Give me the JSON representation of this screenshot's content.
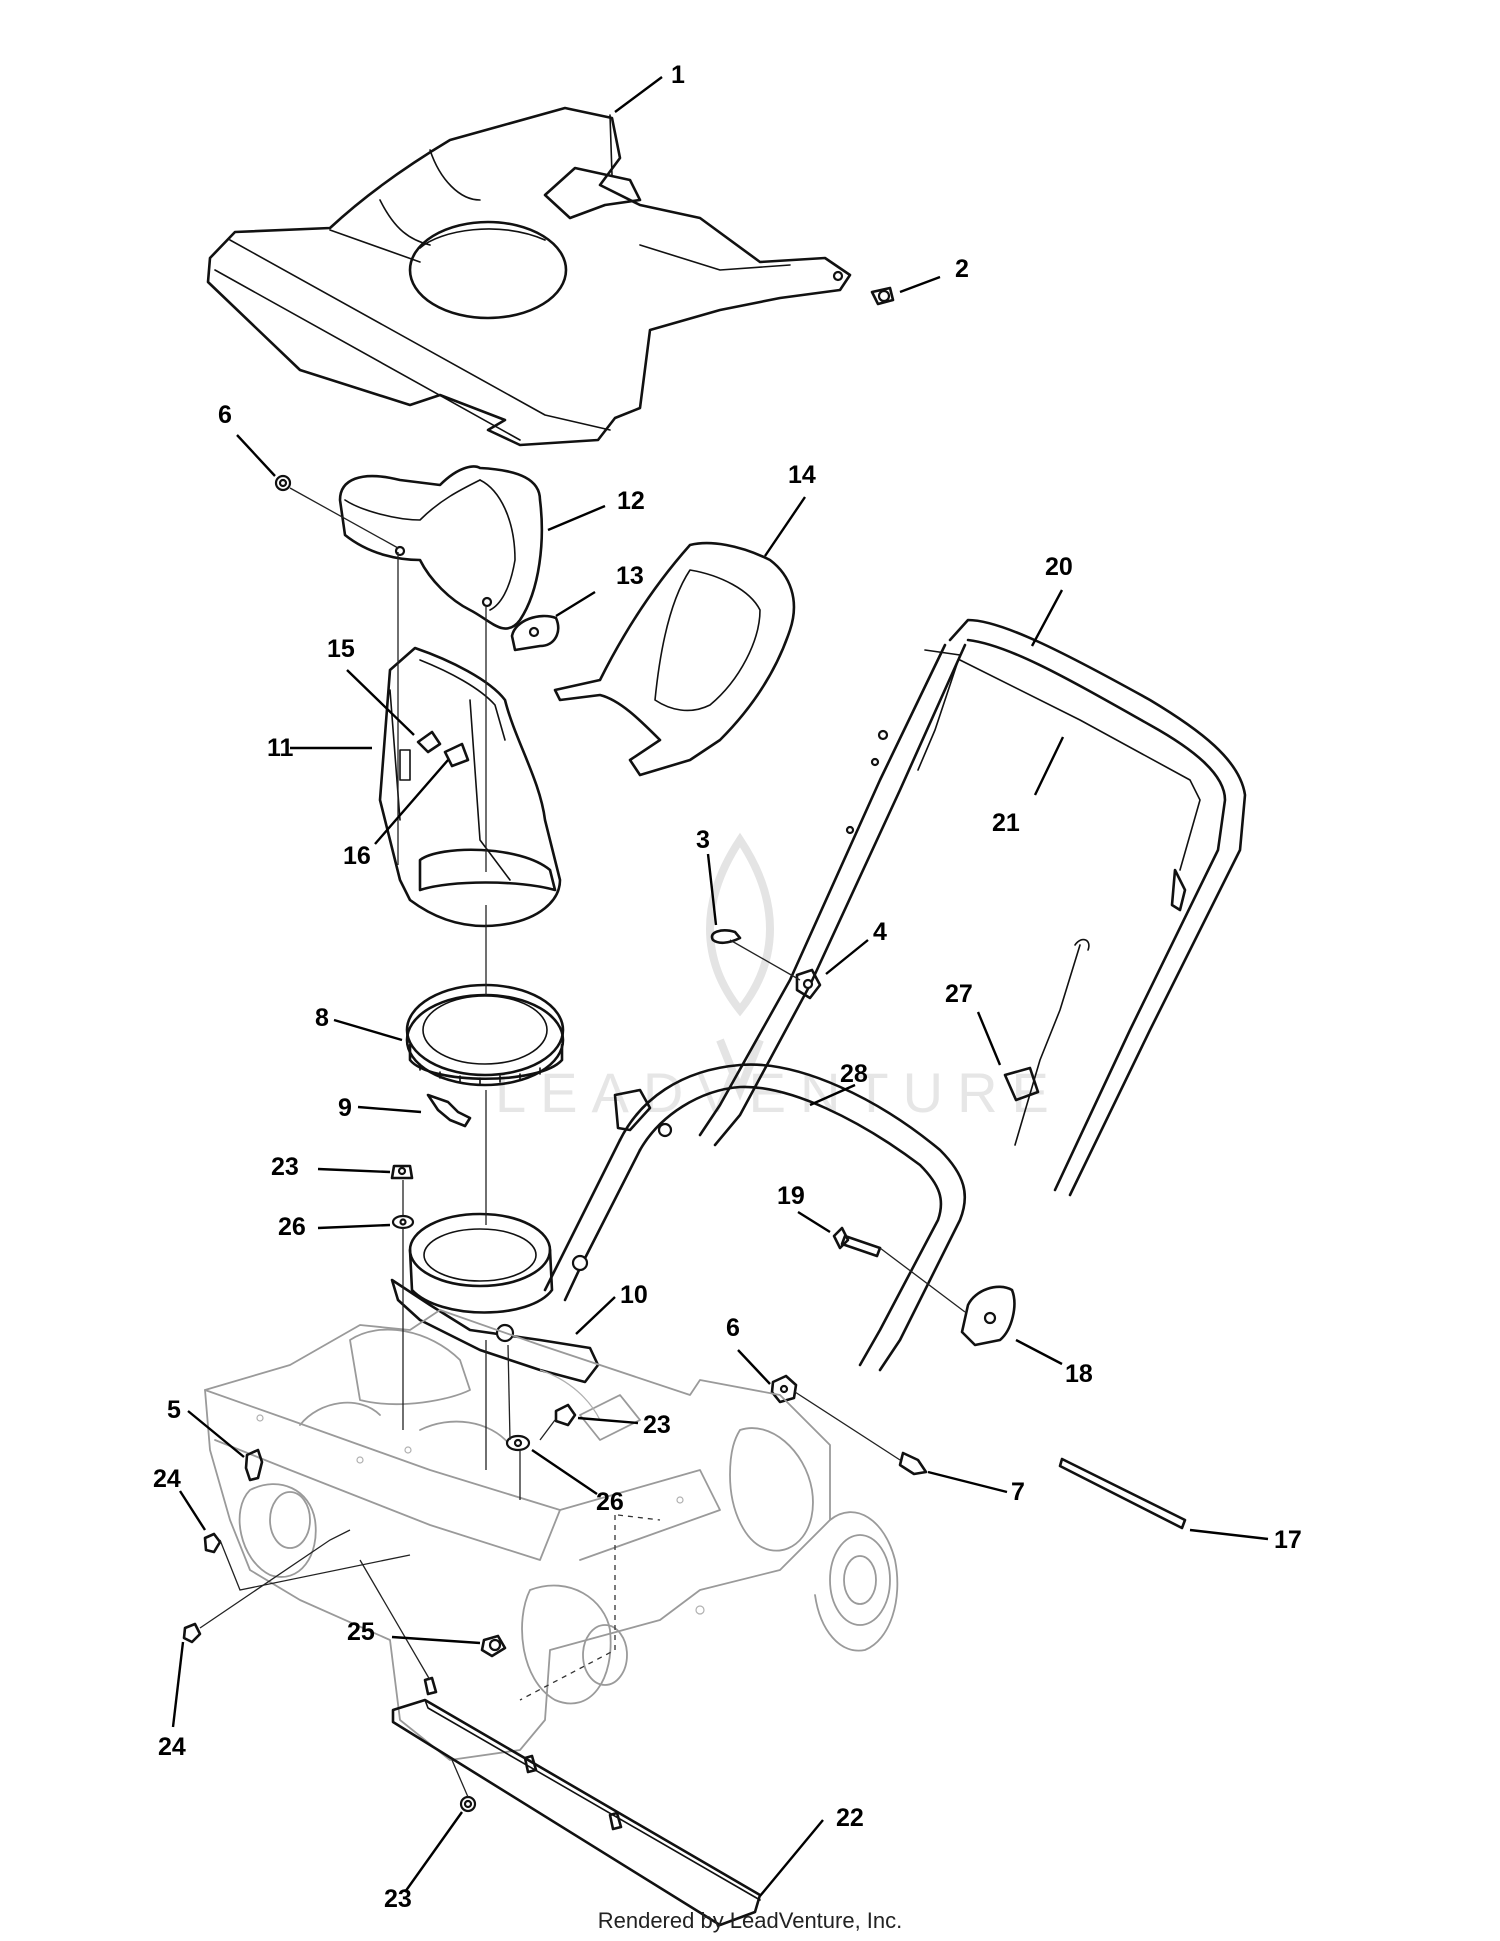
{
  "diagram": {
    "footer_text": "Rendered by LeadVenture, Inc.",
    "watermark_text": "LEADVENTURE",
    "callouts": [
      "1",
      "2",
      "6",
      "12",
      "14",
      "13",
      "15",
      "11",
      "16",
      "20",
      "21",
      "3",
      "4",
      "8",
      "27",
      "28",
      "9",
      "23",
      "26",
      "19",
      "10",
      "6",
      "18",
      "5",
      "23",
      "24",
      "26",
      "7",
      "17",
      "25",
      "24",
      "22",
      "23"
    ]
  }
}
